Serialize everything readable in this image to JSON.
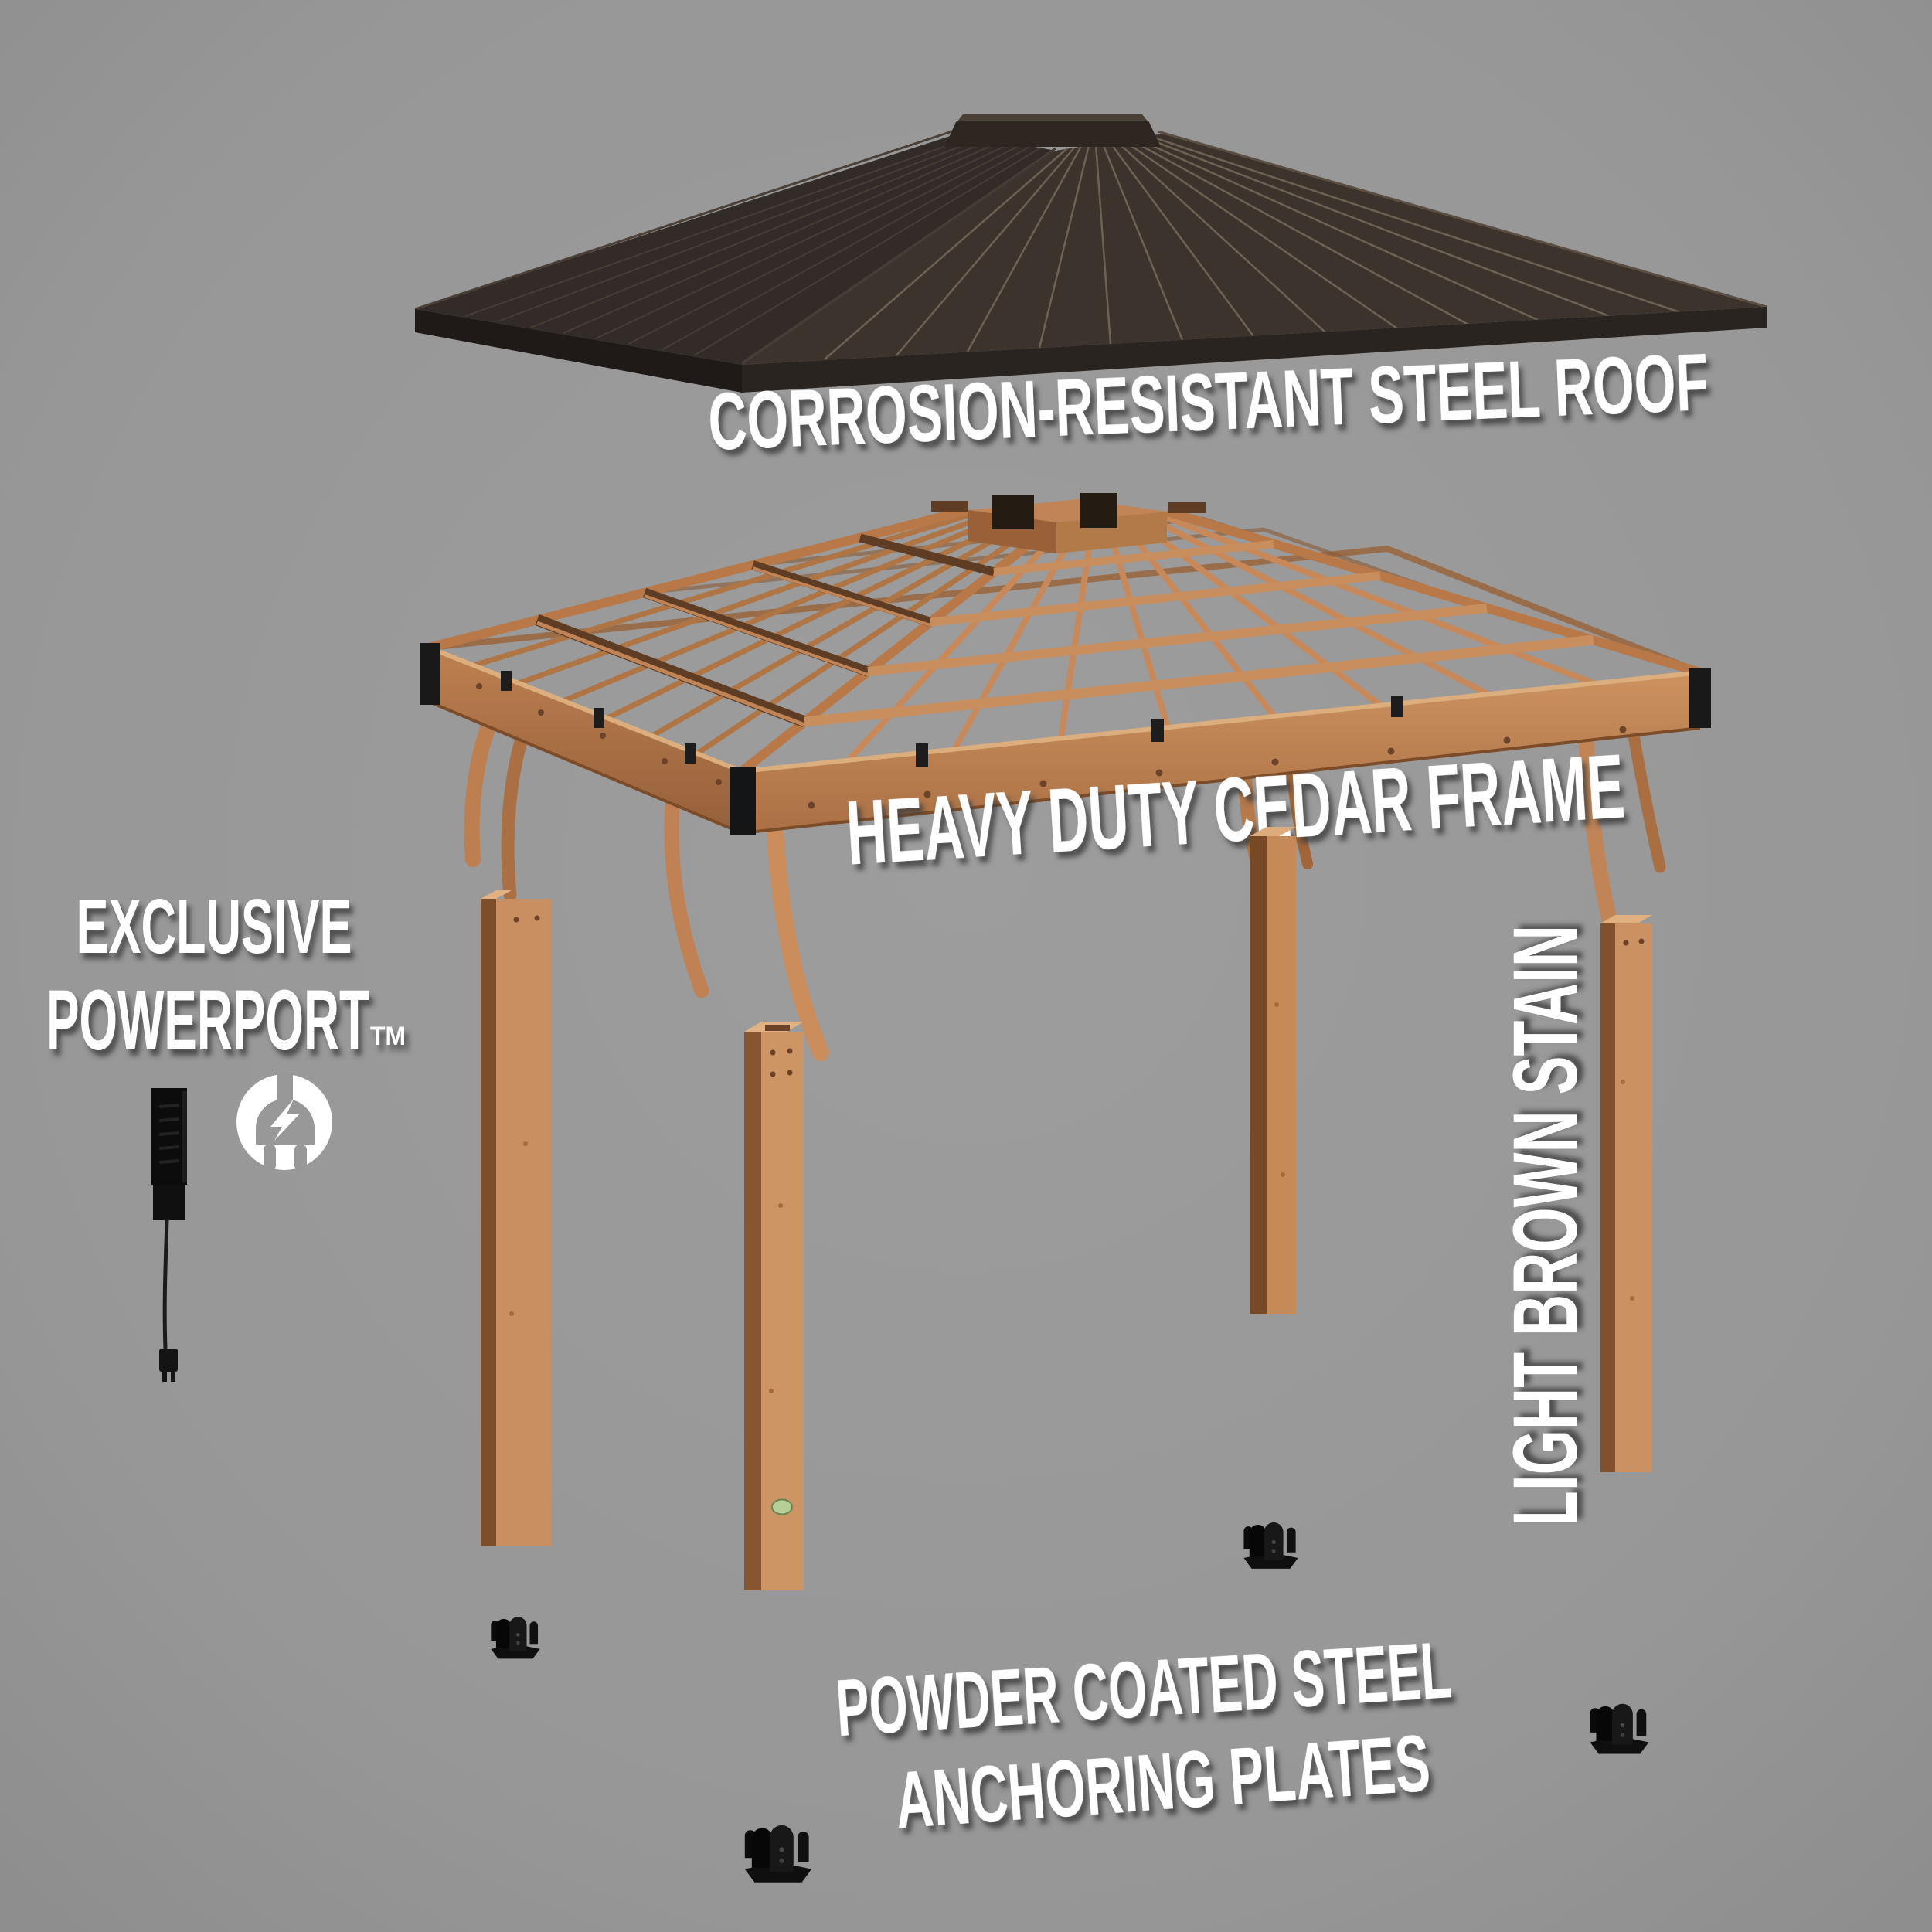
{
  "labels": {
    "roof": "CORROSION-RESISTANT STEEL ROOF",
    "frame": "HEAVY DUTY CEDAR FRAME",
    "exclusive": "EXCLUSIVE",
    "powerport": "POWERPORT",
    "trademark": "TM",
    "stain": "LIGHT BROWN STAIN",
    "anchor_line1": "POWDER COATED STEEL",
    "anchor_line2": "ANCHORING PLATES"
  },
  "icons": {
    "powerport_icon": "electric-plug-with-lightning-bolt-in-circle"
  },
  "components": {
    "steel_roof": "corrosion-resistant steel roof panel",
    "cedar_frame": "heavy duty cedar roof frame with corner braces",
    "posts_count": 4,
    "anchor_plates_count": 4,
    "powerport_device": "black powerport outlet box with cord and plug"
  },
  "colors": {
    "background": "#989898",
    "label_text": "#ffffff",
    "label_shadow": "#3f3f3f",
    "roof_dark_face": "#332b27",
    "roof_light_face": "#3b332c",
    "roof_fascia": "#201b18",
    "cedar_light": "#c98f60",
    "cedar_mid": "#b5794a",
    "cedar_dark": "#7d4e2a",
    "anchor_black": "#141414",
    "badge_green": "#b7cf96"
  }
}
